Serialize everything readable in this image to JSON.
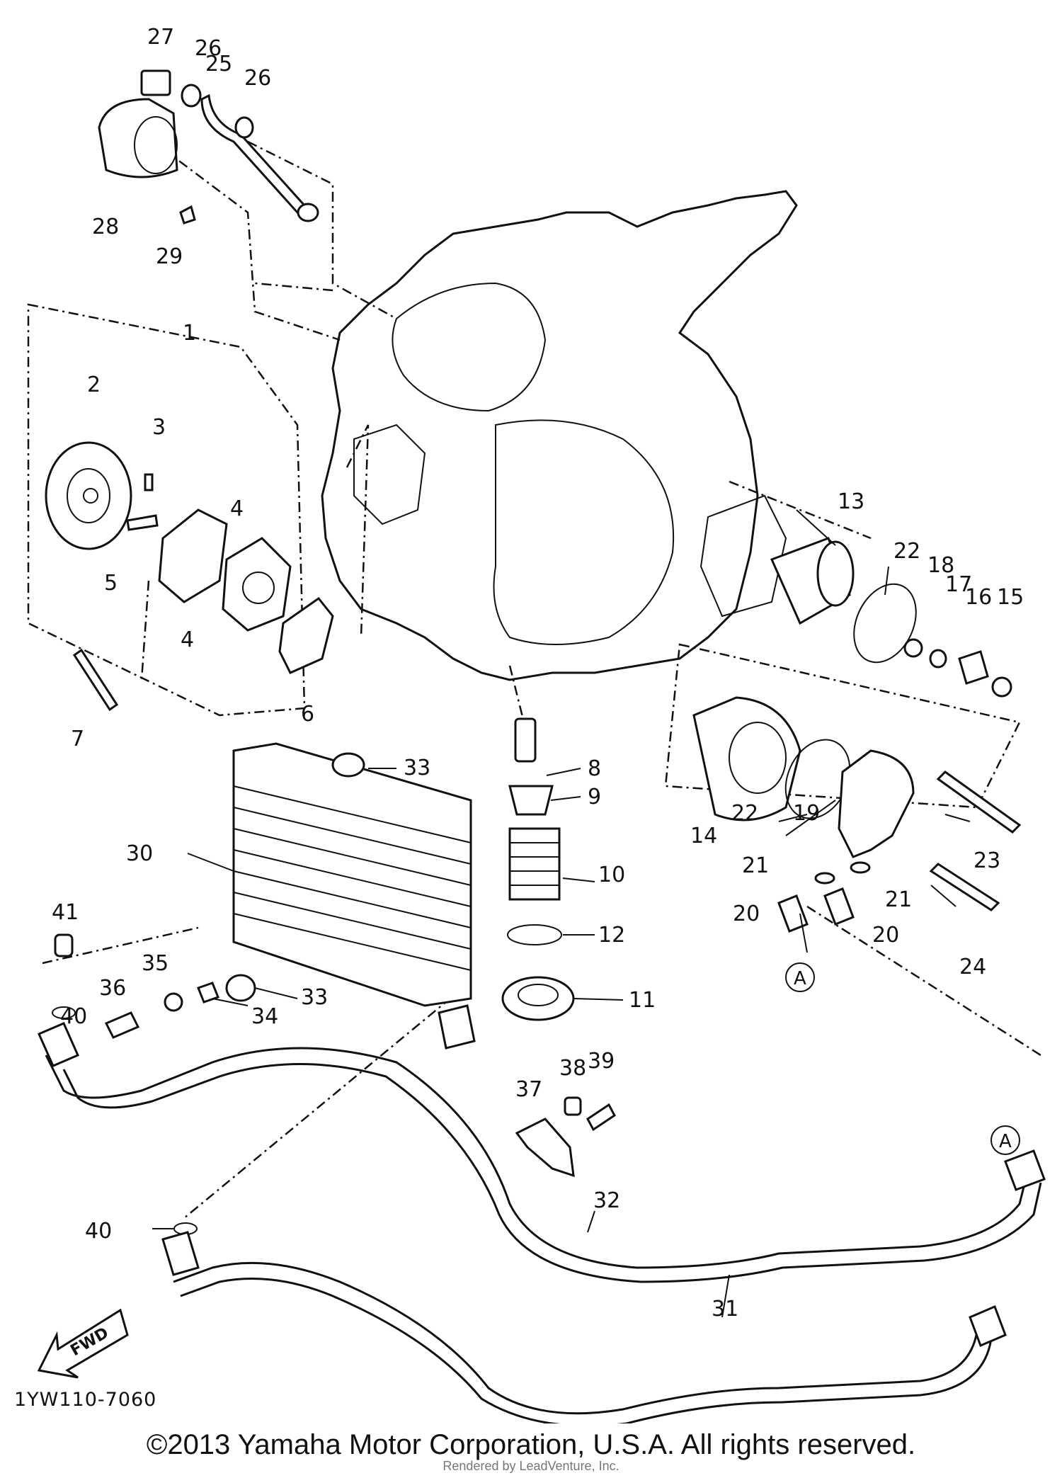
{
  "diagram": {
    "code": "1YW110-7060",
    "copyright": "©2013 Yamaha Motor Corporation, U.S.A. All rights reserved.",
    "rendered_by": "Rendered by LeadVenture, Inc.",
    "fwd_label": "FWD",
    "ref_letter": "A",
    "callouts": {
      "p1": "1",
      "p2": "2",
      "p3": "3",
      "p4a": "4",
      "p4b": "4",
      "p5": "5",
      "p6": "6",
      "p7": "7",
      "p8": "8",
      "p9": "9",
      "p10": "10",
      "p11": "11",
      "p12": "12",
      "p13": "13",
      "p14": "14",
      "p15": "15",
      "p16": "16",
      "p17": "17",
      "p18": "18",
      "p19": "19",
      "p20a": "20",
      "p20b": "20",
      "p21a": "21",
      "p21b": "21",
      "p22a": "22",
      "p22b": "22",
      "p23": "23",
      "p24": "24",
      "p25": "25",
      "p26a": "26",
      "p26b": "26",
      "p27": "27",
      "p28": "28",
      "p29": "29",
      "p30": "30",
      "p31": "31",
      "p32": "32",
      "p33a": "33",
      "p33b": "33",
      "p34": "34",
      "p35": "35",
      "p36": "36",
      "p37": "37",
      "p38": "38",
      "p39": "39",
      "p40a": "40",
      "p40b": "40",
      "p41": "41"
    }
  }
}
